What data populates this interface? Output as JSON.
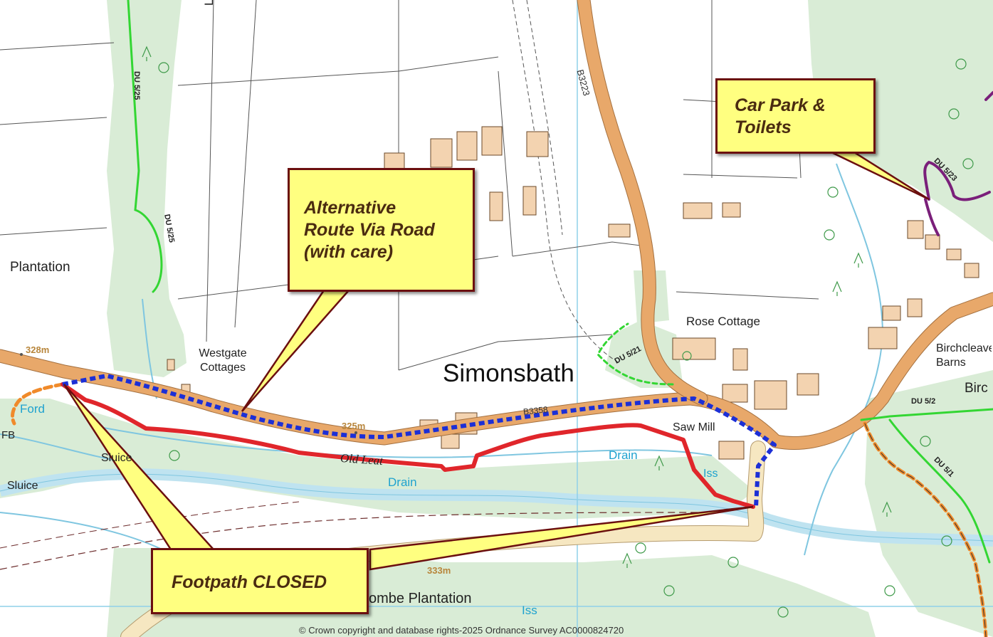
{
  "map": {
    "places": {
      "village": "Simonsbath",
      "plantation_w": "Plantation",
      "westgate": "Westgate Cottages",
      "rose_cottage": "Rose Cottage",
      "birchcleave": "Birchcleave Barns",
      "birch_fragment": "Birc",
      "saw_mill": "Saw Mill",
      "combe_plantation": "ombe Plantation",
      "lin_fragment": "Lin"
    },
    "water": {
      "ford": "Ford",
      "drain_left": "Drain",
      "drain_right": "Drain",
      "iss_mid": "Iss",
      "iss_bottom": "Iss",
      "sluice_upper": "Sluice",
      "sluice_lower": "Sluice",
      "fb": "FB",
      "old_leat": "Old Leat"
    },
    "heights": {
      "h328": "328m",
      "h325": "325m",
      "h333": "333m"
    },
    "roads": {
      "b3223": "B3223",
      "b3358": "B3358"
    },
    "paths": {
      "du525_a": "DU 5/25",
      "du525_b": "DU 5/25",
      "du521": "DU 5/21",
      "du523": "DU 5/23",
      "du52": "DU 5/2",
      "du51": "DU 5/1"
    },
    "colors": {
      "closed_path": "#e0262b",
      "alt_route": "#1c2fd6",
      "road": "#e8a86a",
      "woodland": "#d9ecd6",
      "water": "#bfe3f0",
      "bridleway_green": "#33d633",
      "restricted_purple": "#7a1f7a",
      "byway_orange": "#f08a2a",
      "callout_fill": "#ffff80",
      "callout_border": "#6b0f0f"
    }
  },
  "callouts": {
    "car_park": [
      "Car Park &",
      "Toilets"
    ],
    "alt_route": [
      "Alternative",
      "Route Via Road",
      "(with care)"
    ],
    "footpath_closed": "Footpath CLOSED"
  },
  "copyright": "© Crown copyright and database rights-2025 Ordnance Survey AC0000824720"
}
